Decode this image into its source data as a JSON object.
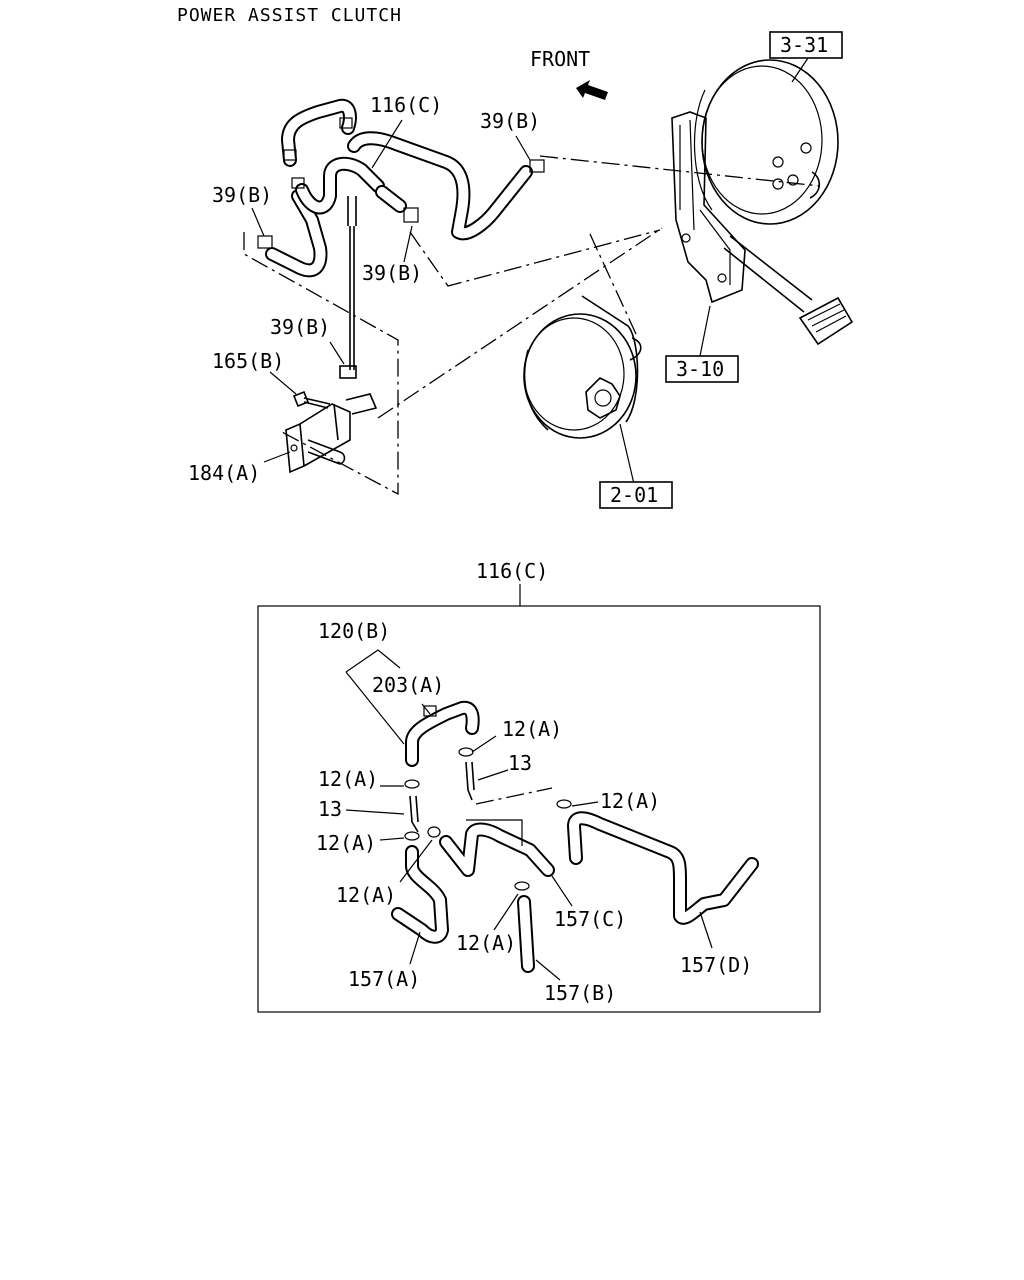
{
  "title": "POWER ASSIST CLUTCH",
  "front_label": "FRONT",
  "upper_labels": {
    "hose_main": "116(C)",
    "clamp_top": "39(B)",
    "clamp_left": "39(B)",
    "clamp_mid": "39(B)",
    "clamp_lower": "39(B)",
    "bolt": "165(B)",
    "bracket": "184(A)"
  },
  "ref_boxes": {
    "booster": "3-31",
    "pedal": "3-10",
    "clutch_booster": "2-01"
  },
  "detail": {
    "header": "116(C)",
    "labels": {
      "pipe_assembly": "120(B)",
      "cap": "203(A)",
      "clamp_a1": "12(A)",
      "clamp_a2": "12(A)",
      "clamp_a3": "12(A)",
      "clamp_a4": "12(A)",
      "clamp_a5": "12(A)",
      "clamp_a6": "12(A)",
      "connector_1": "13",
      "connector_2": "13",
      "hose_a": "157(A)",
      "hose_b": "157(B)",
      "hose_c": "157(C)",
      "hose_d": "157(D)"
    }
  }
}
